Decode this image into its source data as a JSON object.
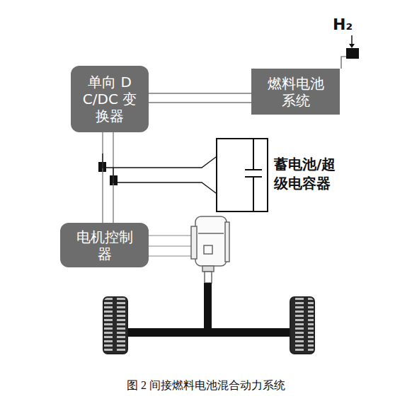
{
  "diagram": {
    "caption": "图 2 间接燃料电池混合动力系统",
    "nodes": [
      {
        "text": [
          "单向 DC/DC 变换器"
        ]
      },
      {
        "text": [
          "燃料电池系统"
        ]
      },
      {
        "text": [
          "蓄电池/超级电容器"
        ]
      },
      {
        "text": [
          "电机控制器"
        ]
      }
    ],
    "edges": [
      {
        "from": 1,
        "to": 0,
        "arrow": "none"
      },
      {
        "from": 0,
        "to": 3,
        "arrow": "none"
      },
      {
        "from": 0,
        "to": 2,
        "arrow": "none"
      }
    ],
    "labels": [
      "H₂"
    ]
  }
}
